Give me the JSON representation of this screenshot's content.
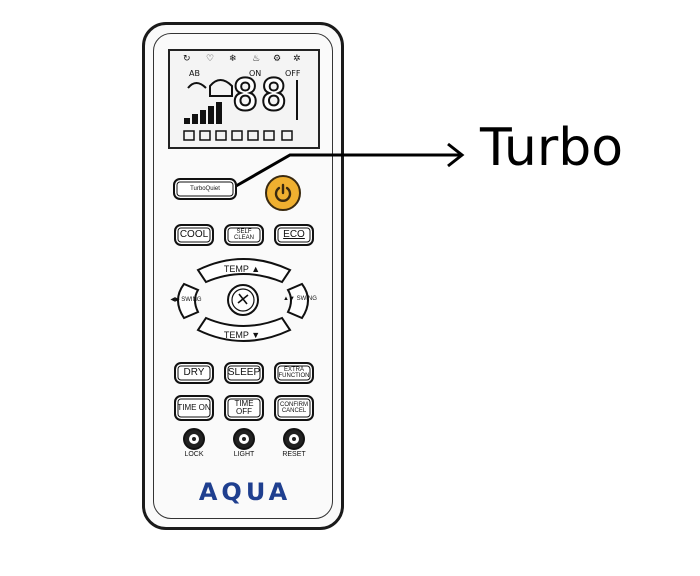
{
  "remote": {
    "brand": "AQUA",
    "lcd": {
      "digits": "88",
      "top_icons": [
        "↻",
        "♡",
        "❄",
        "♨",
        "⚙",
        "✲"
      ],
      "labels": [
        "AB",
        "ON",
        "OFF"
      ]
    },
    "buttons": {
      "turbo_quiet": "TurboQuiet",
      "cool": "COOL",
      "self_clean": "SELF CLEAN",
      "eco": "ECO",
      "temp_up": "TEMP ▲",
      "temp_down": "TEMP ▼",
      "swing_left": "◀▶ SWING",
      "swing_right": "▲▼ SWING",
      "dry": "DRY",
      "sleep": "SLEEP",
      "extra_function": "EXTRA FUNCTION",
      "time_on": "TIME ON",
      "time_off": "TIME OFF",
      "confirm_cancel": "CONFIRM CANCEL"
    },
    "round_buttons": {
      "lock": "LOCK",
      "light": "LIGHT",
      "reset": "RESET"
    }
  },
  "callout": {
    "label": "Turbo"
  },
  "colors": {
    "power_button": "#f0b030",
    "brand": "#1f3f8f"
  }
}
